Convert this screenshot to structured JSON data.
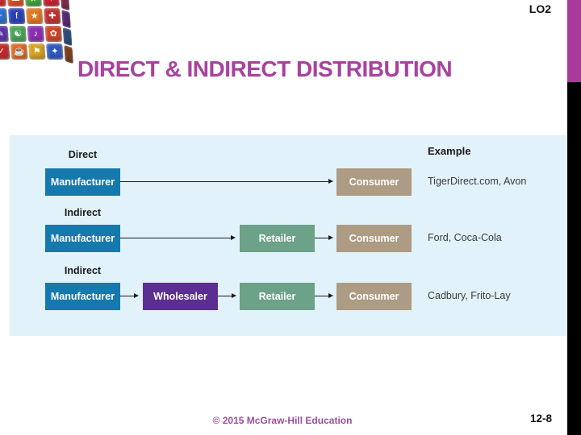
{
  "header": {
    "lo_label": "LO2",
    "title": "DIRECT & INDIRECT DISTRIBUTION"
  },
  "logo": {
    "name": "social-media-cube-logo",
    "tiles": [
      {
        "color": "#d42a2a",
        "glyph": "✉"
      },
      {
        "color": "#e04b20",
        "glyph": "☎"
      },
      {
        "color": "#3fa43f",
        "glyph": "♫"
      },
      {
        "color": "#cc2233",
        "glyph": "♥"
      },
      {
        "color": "#2f6fd0",
        "glyph": "✈"
      },
      {
        "color": "#2a3fb8",
        "glyph": "f"
      },
      {
        "color": "#e07820",
        "glyph": "★"
      },
      {
        "color": "#c03030",
        "glyph": "✚"
      },
      {
        "color": "#5a35a8",
        "glyph": "✎"
      },
      {
        "color": "#49a457",
        "glyph": "☯"
      },
      {
        "color": "#8a2fb0",
        "glyph": "♪"
      },
      {
        "color": "#d04428",
        "glyph": "✿"
      },
      {
        "color": "#c22a2a",
        "glyph": "✓"
      },
      {
        "color": "#e0661e",
        "glyph": "☕"
      },
      {
        "color": "#d8a020",
        "glyph": "⚑"
      },
      {
        "color": "#2f58c0",
        "glyph": "✦"
      }
    ],
    "side_tiles": [
      "#b03a6a",
      "#7a3aa8",
      "#3a6ab0",
      "#b05a2a"
    ]
  },
  "colors": {
    "title": "#A8429E",
    "accent_bar": "#A83A9A",
    "panel_bg": "#E1F2FB",
    "manufacturer": "#1579AE",
    "wholesaler": "#5C2E91",
    "retailer": "#6CA287",
    "consumer": "#AD9C83"
  },
  "diagram": {
    "example_header": "Example",
    "rows": [
      {
        "label": "Direct",
        "boxes": [
          {
            "type": "manufacturer",
            "label": "Manufacturer"
          },
          {
            "type": "consumer",
            "label": "Consumer"
          }
        ],
        "example": "TigerDirect.com, Avon"
      },
      {
        "label": "Indirect",
        "boxes": [
          {
            "type": "manufacturer",
            "label": "Manufacturer"
          },
          {
            "type": "retailer",
            "label": "Retailer"
          },
          {
            "type": "consumer",
            "label": "Consumer"
          }
        ],
        "example": "Ford, Coca-Cola"
      },
      {
        "label": "Indirect",
        "boxes": [
          {
            "type": "manufacturer",
            "label": "Manufacturer"
          },
          {
            "type": "wholesaler",
            "label": "Wholesaler"
          },
          {
            "type": "retailer",
            "label": "Retailer"
          },
          {
            "type": "consumer",
            "label": "Consumer"
          }
        ],
        "example": "Cadbury, Frito-Lay"
      }
    ]
  },
  "footer": {
    "copyright": "© 2015 McGraw-Hill Education",
    "page_number": "12-8"
  }
}
